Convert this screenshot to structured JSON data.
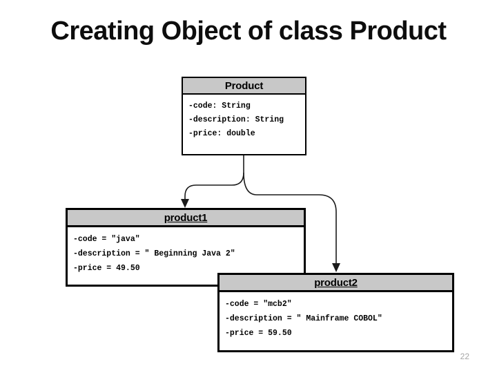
{
  "slide": {
    "title": "Creating Object of class Product",
    "page_number": "22"
  },
  "diagram": {
    "type": "uml-object-diagram",
    "class_box": {
      "name": "Product",
      "attributes": [
        "-code: String",
        "-description: String",
        "-price: double"
      ]
    },
    "object_boxes": [
      {
        "name": "product1",
        "attributes": [
          "-code = \"java\"",
          "-description = \" Beginning Java 2\"",
          "-price = 49.50"
        ]
      },
      {
        "name": "product2",
        "attributes": [
          "-code = \"mcb2\"",
          "-description = \" Mainframe COBOL\"",
          "-price = 59.50"
        ]
      }
    ],
    "colors": {
      "header_fill": "#c8c8c8",
      "border": "#000000",
      "connector": "#1a1a1a",
      "page_number": "#a6a6a6"
    }
  }
}
